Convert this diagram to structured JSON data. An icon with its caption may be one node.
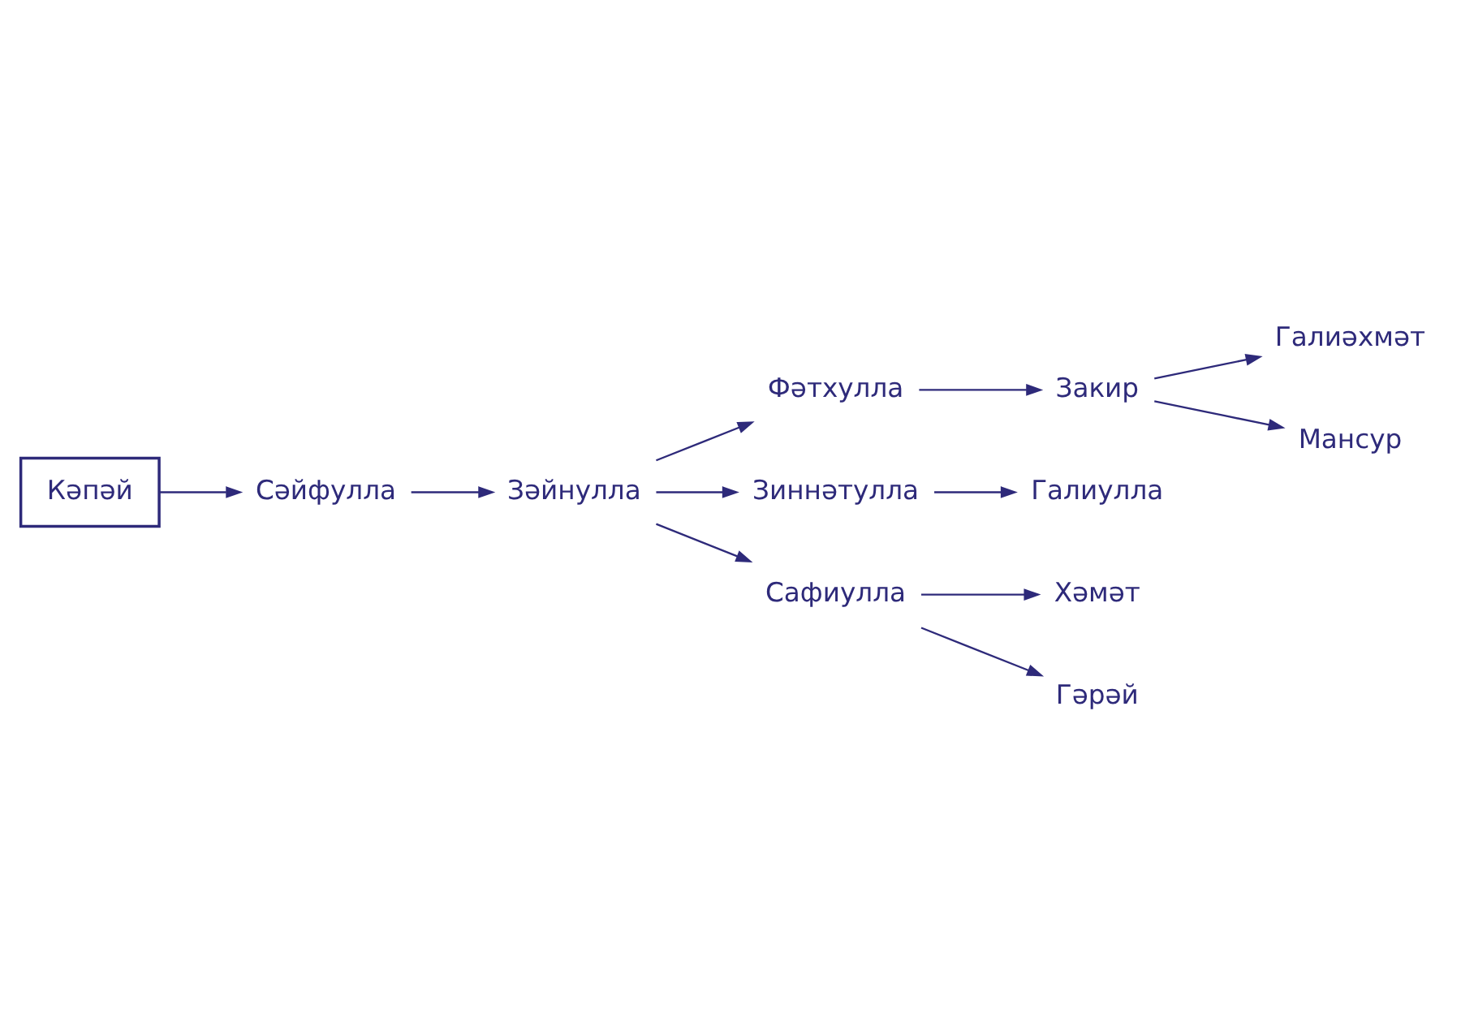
{
  "diagram": {
    "nodes": [
      {
        "text": [
          "Кәпәй"
        ]
      },
      {
        "text": [
          "Сәйфулла"
        ]
      },
      {
        "text": [
          "Зәйнулла"
        ]
      },
      {
        "text": [
          "Фәтхулла"
        ]
      },
      {
        "text": [
          "Зиннәтулла"
        ]
      },
      {
        "text": [
          "Сафиулла"
        ]
      },
      {
        "text": [
          "Закир"
        ]
      },
      {
        "text": [
          "Галиулла"
        ]
      },
      {
        "text": [
          "Хәмәт"
        ]
      },
      {
        "text": [
          "Гәрәй"
        ]
      },
      {
        "text": [
          "Галиәхмәт"
        ]
      },
      {
        "text": [
          "Мансур"
        ]
      }
    ],
    "edges": [
      {
        "from": 0,
        "to": 1,
        "arrow": "to"
      },
      {
        "from": 1,
        "to": 2,
        "arrow": "to"
      },
      {
        "from": 2,
        "to": 3,
        "arrow": "to"
      },
      {
        "from": 2,
        "to": 4,
        "arrow": "to"
      },
      {
        "from": 2,
        "to": 5,
        "arrow": "to"
      },
      {
        "from": 3,
        "to": 6,
        "arrow": "to"
      },
      {
        "from": 4,
        "to": 7,
        "arrow": "to"
      },
      {
        "from": 5,
        "to": 8,
        "arrow": "to"
      },
      {
        "from": 5,
        "to": 9,
        "arrow": "to"
      },
      {
        "from": 6,
        "to": 10,
        "arrow": "to"
      },
      {
        "from": 6,
        "to": 11,
        "arrow": "to"
      }
    ]
  }
}
